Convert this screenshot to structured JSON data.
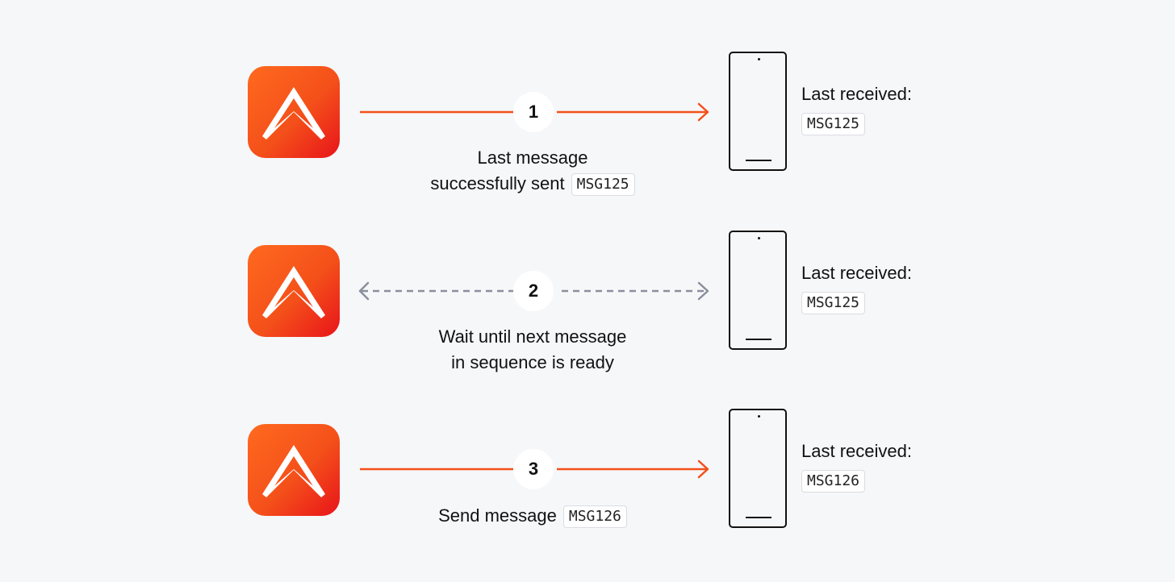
{
  "colors": {
    "background": "#f6f7f9",
    "brand_orange": "#f4501a",
    "brand_red": "#e8141a",
    "waiting_arrow": "#8a909c"
  },
  "icons": {
    "logo": "ably-logo-icon",
    "device": "smartphone-icon",
    "send_arrow": "arrow-right-icon",
    "wait_arrow": "dashed-double-arrow-icon"
  },
  "steps": [
    {
      "number": "1",
      "caption_lines": [
        "Last message",
        "successfully sent"
      ],
      "message_code": "MSG125",
      "arrow_style": "solid",
      "received_label": "Last received:",
      "received_code": "MSG125"
    },
    {
      "number": "2",
      "caption_lines": [
        "Wait until next message",
        "in sequence is ready"
      ],
      "message_code": "",
      "arrow_style": "dashed",
      "received_label": "Last received:",
      "received_code": "MSG125"
    },
    {
      "number": "3",
      "caption_lines": [
        "Send message"
      ],
      "message_code": "MSG126",
      "arrow_style": "solid",
      "received_label": "Last received:",
      "received_code": "MSG126"
    }
  ]
}
